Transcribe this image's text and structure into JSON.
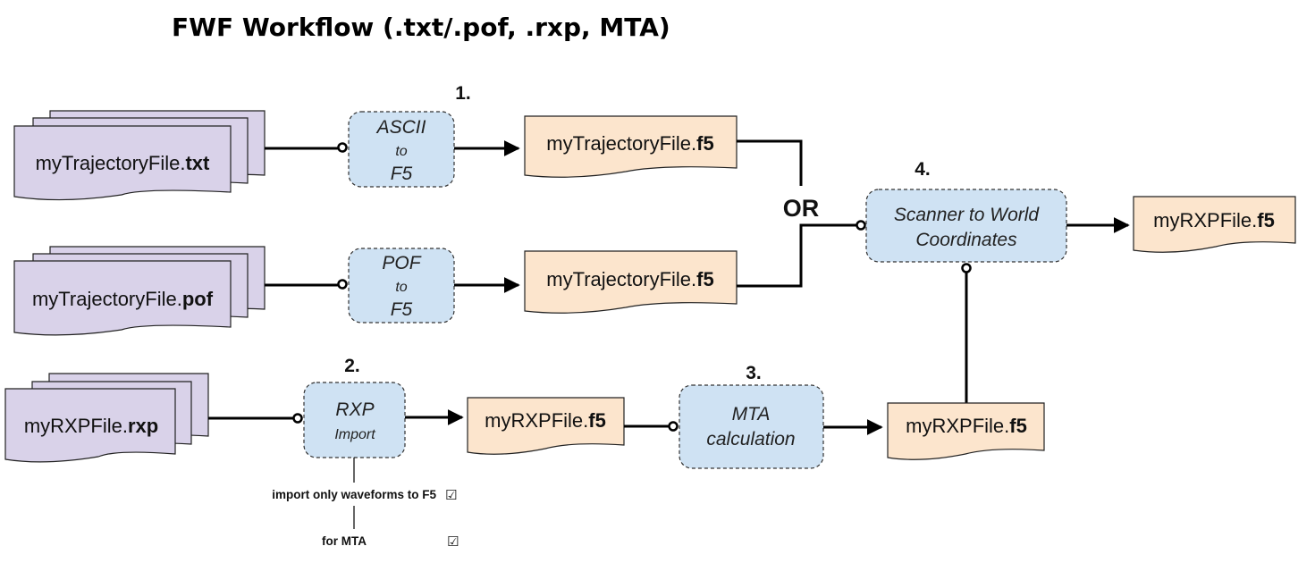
{
  "title": "FWF Workflow (.txt/.pof, .rxp, MTA)",
  "steps": {
    "s1": "1.",
    "s2": "2.",
    "s3": "3.",
    "s4": "4."
  },
  "or_label": "OR",
  "inputs": {
    "txt": {
      "base": "myTrajectoryFile.",
      "ext": "txt"
    },
    "pof": {
      "base": "myTrajectoryFile.",
      "ext": "pof"
    },
    "rxp": {
      "base": "myRXPFile.",
      "ext": "rxp"
    }
  },
  "processes": {
    "ascii": {
      "line1": "ASCII",
      "line2": "to",
      "line3": "F5"
    },
    "pof": {
      "line1": "POF",
      "line2": "to",
      "line3": "F5"
    },
    "rxp": {
      "line1": "RXP",
      "line2": "Import"
    },
    "mta": {
      "line1": "MTA",
      "line2": "calculation"
    },
    "s2w": {
      "line1": "Scanner to World",
      "line2": "Coordinates"
    }
  },
  "outputs": {
    "traj_f5_a": {
      "base": "myTrajectoryFile.",
      "ext": "f5"
    },
    "traj_f5_b": {
      "base": "myTrajectoryFile.",
      "ext": "f5"
    },
    "rxp_f5_import": {
      "base": "myRXPFile.",
      "ext": "f5"
    },
    "rxp_f5_mta": {
      "base": "myRXPFile.",
      "ext": "f5"
    },
    "rxp_f5_final": {
      "base": "myRXPFile.",
      "ext": "f5"
    }
  },
  "options": [
    {
      "label": "import only waveforms to F5",
      "checked": true,
      "mark": "☑"
    },
    {
      "label": "for MTA",
      "checked": true,
      "mark": "☑"
    }
  ],
  "colors": {
    "input_doc": "#d9d2e9",
    "output_doc": "#fce5cd",
    "process": "#cfe2f3"
  }
}
